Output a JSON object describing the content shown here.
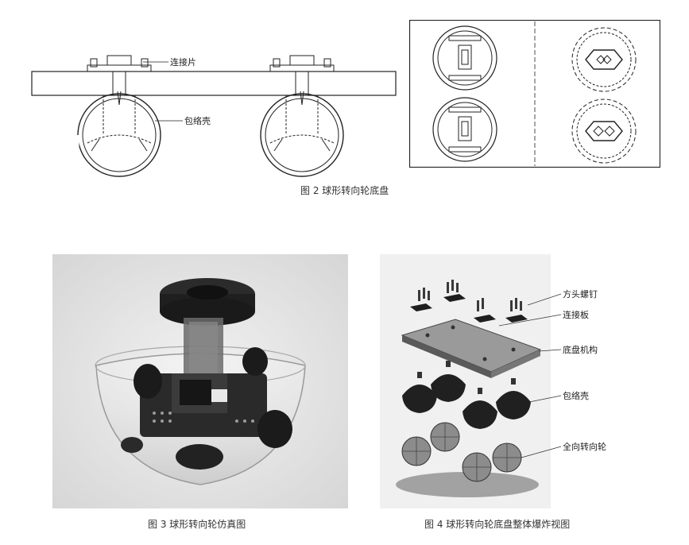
{
  "figure2": {
    "caption": "图 2 球形转向轮底盘",
    "labels": {
      "plate": "连接片",
      "shell": "包络壳"
    }
  },
  "figure3": {
    "caption": "图 3 球形转向轮仿真图"
  },
  "figure4": {
    "caption": "图 4 球形转向轮底盘整体爆炸视图",
    "labels": {
      "screws": "方头螺钉",
      "plate": "连接板",
      "chassis": "底盘机构",
      "shell": "包络壳",
      "wheel": "全向转向轮"
    }
  },
  "colors": {
    "line": "#222222",
    "photo_bg": "#e4e4e4",
    "dark_part": "#2a2a2a"
  }
}
